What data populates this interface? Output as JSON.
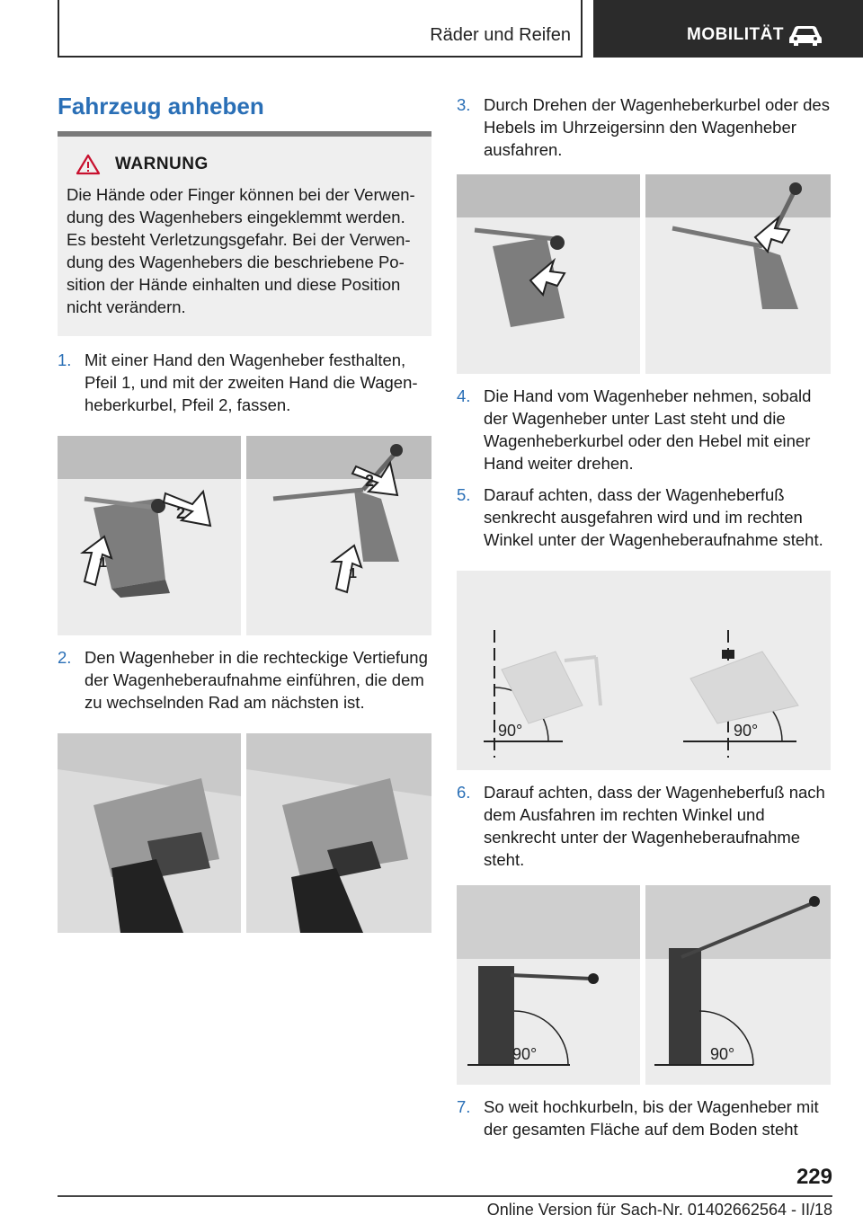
{
  "header": {
    "section": "Räder und Reifen",
    "tab": "MOBILITÄT",
    "tab_icon": "car-icon"
  },
  "title": "Fahrzeug anheben",
  "warning": {
    "icon": "warning-triangle-icon",
    "title": "WARNUNG",
    "text": "Die Hände oder Finger können bei der Verwen­dung des Wagenhebers eingeklemmt werden. Es besteht Verletzungsgefahr. Bei der Verwen­dung des Wagenhebers die beschriebene Po­sition der Hände einhalten und diese Position nicht verändern."
  },
  "steps": [
    {
      "num": "1.",
      "text": "Mit einer Hand den Wagenheber festhalten, Pfeil 1, und mit der zweiten Hand die Wagen­heberkurbel, Pfeil 2, fassen."
    },
    {
      "num": "2.",
      "text": "Den Wagenheber in die rechteckige Vertie­fung der Wagenheberaufnahme einführen, die dem zu wechselnden Rad am nächsten ist."
    },
    {
      "num": "3.",
      "text": "Durch Drehen der Wagenheberkurbel oder des Hebels im Uhrzeigersinn den Wagenhe­ber ausfahren."
    },
    {
      "num": "4.",
      "text": "Die Hand vom Wagenheber nehmen, sobald der Wagenheber unter Last steht und die Wagenheberkurbel oder den Hebel mit einer Hand weiter drehen."
    },
    {
      "num": "5.",
      "text": "Darauf achten, dass der Wagenheberfuß senkrecht ausgefahren wird und im rechten Winkel unter der Wagenheberaufnahme steht."
    },
    {
      "num": "6.",
      "text": "Darauf achten, dass der Wagenheberfuß nach dem Ausfahren im rechten Winkel und senkrecht unter der Wagenheberaufnahme steht."
    },
    {
      "num": "7.",
      "text": "So weit hochkurbeln, bis der Wagenheber mit der gesamten Fläche auf dem Boden steht"
    }
  ],
  "figures": {
    "fig1": {
      "label_a": "1",
      "label_b": "2"
    },
    "fig5": {
      "angle": "90°"
    },
    "fig6": {
      "angle": "90°"
    }
  },
  "footer": {
    "page": "229",
    "text": "Online Version für Sach-Nr. 01402662564 - II/18"
  }
}
